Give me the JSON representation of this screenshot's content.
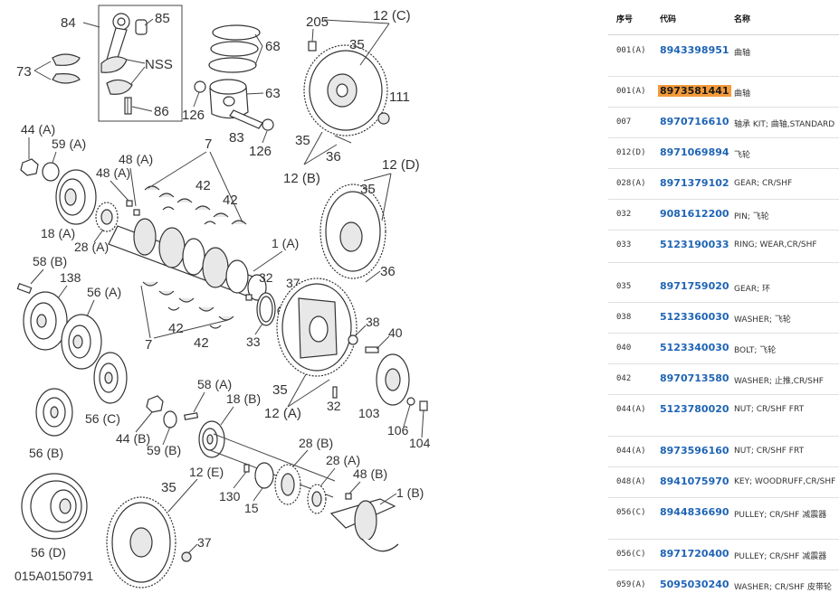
{
  "diagram": {
    "figure_code": "015A0150791",
    "callouts": {
      "c84": "84",
      "c85": "85",
      "c73": "73",
      "cNSS": "NSS",
      "c86": "86",
      "c68": "68",
      "c63": "63",
      "c126a": "126",
      "c83": "83",
      "c126b": "126",
      "c205": "205",
      "c12C": "12 (C)",
      "c35a": "35",
      "c111": "111",
      "c35b": "35",
      "c36a": "36",
      "c12B": "12 (B)",
      "c44A": "44 (A)",
      "c59A": "59 (A)",
      "c7a": "7",
      "c48Aa": "48 (A)",
      "c48Ab": "48 (A)",
      "c42a": "42",
      "c42b": "42",
      "c18A": "18 (A)",
      "c28A": "28 (A)",
      "c12D": "12 (D)",
      "c35c": "35",
      "c36b": "36",
      "c1A": "1 (A)",
      "c58B": "58 (B)",
      "c138": "138",
      "c56A": "56 (A)",
      "c32a": "32",
      "c37a": "37",
      "c42c": "42",
      "c42d": "42",
      "c7b": "7",
      "c33": "33",
      "c38": "38",
      "c40": "40",
      "c35d": "35",
      "c12A": "12 (A)",
      "c32b": "32",
      "c103": "103",
      "c106": "106",
      "c104": "104",
      "c56C": "56 (C)",
      "c58A": "58 (A)",
      "c18B": "18 (B)",
      "c44B": "44 (B)",
      "c59B": "59 (B)",
      "c56B": "56 (B)",
      "c28B": "28 (B)",
      "c28A2": "28 (A)",
      "c48B": "48 (B)",
      "c12E": "12 (E)",
      "c35e": "35",
      "c130": "130",
      "c15": "15",
      "c1B": "1 (B)",
      "c56D": "56 (D)",
      "c37b": "37"
    }
  },
  "parts_table": {
    "headers": {
      "seq": "序号",
      "code": "代码",
      "name": "名称"
    },
    "rows": [
      {
        "seq": "001(A)",
        "code": "8943398951",
        "name": "曲轴"
      },
      {
        "seq": "001(A)",
        "code": "8973581441",
        "name": "曲轴"
      },
      {
        "seq": "007",
        "code": "8970716610",
        "name": "轴承 KIT; 曲轴,STANDARD"
      },
      {
        "seq": "012(D)",
        "code": "8971069894",
        "name": "飞轮"
      },
      {
        "seq": "028(A)",
        "code": "8971379102",
        "name": "GEAR; CR/SHF"
      },
      {
        "seq": "032",
        "code": "9081612200",
        "name": "PIN; 飞轮"
      },
      {
        "seq": "033",
        "code": "5123190033",
        "name": "RING; WEAR,CR/SHF"
      },
      {
        "seq": "035",
        "code": "8971759020",
        "name": "GEAR; 环"
      },
      {
        "seq": "038",
        "code": "5123360030",
        "name": "WASHER; 飞轮"
      },
      {
        "seq": "040",
        "code": "5123340030",
        "name": "BOLT; 飞轮"
      },
      {
        "seq": "042",
        "code": "8970713580",
        "name": "WASHER; 止推,CR/SHF"
      },
      {
        "seq": "044(A)",
        "code": "5123780020",
        "name": "NUT; CR/SHF FRT"
      },
      {
        "seq": "044(A)",
        "code": "8973596160",
        "name": "NUT; CR/SHF FRT"
      },
      {
        "seq": "048(A)",
        "code": "8941075970",
        "name": "KEY; WOODRUFF,CR/SHF"
      },
      {
        "seq": "056(C)",
        "code": "8944836690",
        "name": "PULLEY; CR/SHF 减震器"
      },
      {
        "seq": "056(C)",
        "code": "8971720400",
        "name": "PULLEY; CR/SHF 减震器"
      },
      {
        "seq": "059(A)",
        "code": "5095030240",
        "name": "WASHER; CR/SHF 皮带轮"
      }
    ]
  },
  "colors": {
    "code_link": "#1f64b4",
    "highlight": "#f39a3a"
  }
}
